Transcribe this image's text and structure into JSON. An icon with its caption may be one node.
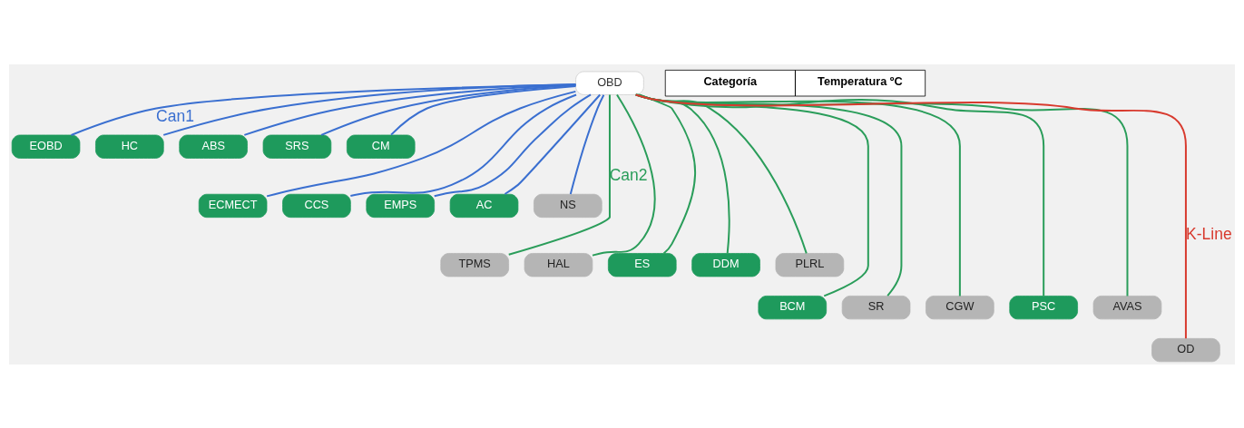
{
  "diagram": {
    "nodes": [
      {
        "text": [
          "EOBD"
        ]
      },
      {
        "text": [
          "HC"
        ]
      },
      {
        "text": [
          "ABS"
        ]
      },
      {
        "text": [
          "SRS"
        ]
      },
      {
        "text": [
          "CM"
        ]
      },
      {
        "text": [
          "ECMECT"
        ]
      },
      {
        "text": [
          "CCS"
        ]
      },
      {
        "text": [
          "EMPS"
        ]
      },
      {
        "text": [
          "AC"
        ]
      },
      {
        "text": [
          "NS"
        ]
      },
      {
        "text": [
          "TPMS"
        ]
      },
      {
        "text": [
          "HAL"
        ]
      },
      {
        "text": [
          "ES"
        ]
      },
      {
        "text": [
          "DDM"
        ]
      },
      {
        "text": [
          "PLRL"
        ]
      },
      {
        "text": [
          "BCM"
        ]
      },
      {
        "text": [
          "SR"
        ]
      },
      {
        "text": [
          "CGW"
        ]
      },
      {
        "text": [
          "PSC"
        ]
      },
      {
        "text": [
          "AVAS"
        ]
      },
      {
        "text": [
          "OD"
        ]
      },
      {
        "text": [
          "OBD"
        ]
      }
    ],
    "edges": [
      {
        "from": 21,
        "to": 0,
        "arrow": "none",
        "label": "Can1",
        "color": "#3a6fd0"
      },
      {
        "from": 21,
        "to": 1,
        "arrow": "none",
        "color": "#3a6fd0"
      },
      {
        "from": 21,
        "to": 2,
        "arrow": "none",
        "color": "#3a6fd0"
      },
      {
        "from": 21,
        "to": 3,
        "arrow": "none",
        "color": "#3a6fd0"
      },
      {
        "from": 21,
        "to": 4,
        "arrow": "none",
        "color": "#3a6fd0"
      },
      {
        "from": 21,
        "to": 5,
        "arrow": "none",
        "color": "#3a6fd0"
      },
      {
        "from": 21,
        "to": 6,
        "arrow": "none",
        "color": "#3a6fd0"
      },
      {
        "from": 21,
        "to": 7,
        "arrow": "none",
        "color": "#3a6fd0"
      },
      {
        "from": 21,
        "to": 8,
        "arrow": "none",
        "color": "#3a6fd0"
      },
      {
        "from": 21,
        "to": 9,
        "arrow": "none",
        "color": "#3a6fd0"
      },
      {
        "from": 21,
        "to": 10,
        "arrow": "none",
        "label": "Can2",
        "color": "#2a9d5a"
      },
      {
        "from": 21,
        "to": 11,
        "arrow": "none",
        "color": "#2a9d5a"
      },
      {
        "from": 21,
        "to": 12,
        "arrow": "none",
        "color": "#2a9d5a"
      },
      {
        "from": 21,
        "to": 13,
        "arrow": "none",
        "color": "#2a9d5a"
      },
      {
        "from": 21,
        "to": 14,
        "arrow": "none",
        "color": "#2a9d5a"
      },
      {
        "from": 21,
        "to": 15,
        "arrow": "none",
        "color": "#2a9d5a"
      },
      {
        "from": 21,
        "to": 16,
        "arrow": "none",
        "color": "#2a9d5a"
      },
      {
        "from": 21,
        "to": 17,
        "arrow": "none",
        "color": "#2a9d5a"
      },
      {
        "from": 21,
        "to": 18,
        "arrow": "none",
        "color": "#2a9d5a"
      },
      {
        "from": 21,
        "to": 19,
        "arrow": "none",
        "color": "#2a9d5a"
      },
      {
        "from": 21,
        "to": 20,
        "arrow": "none",
        "label": "K-Line",
        "color": "#d83a2e"
      }
    ],
    "labels": [
      "Categoría",
      "Temperatura ºC"
    ]
  }
}
